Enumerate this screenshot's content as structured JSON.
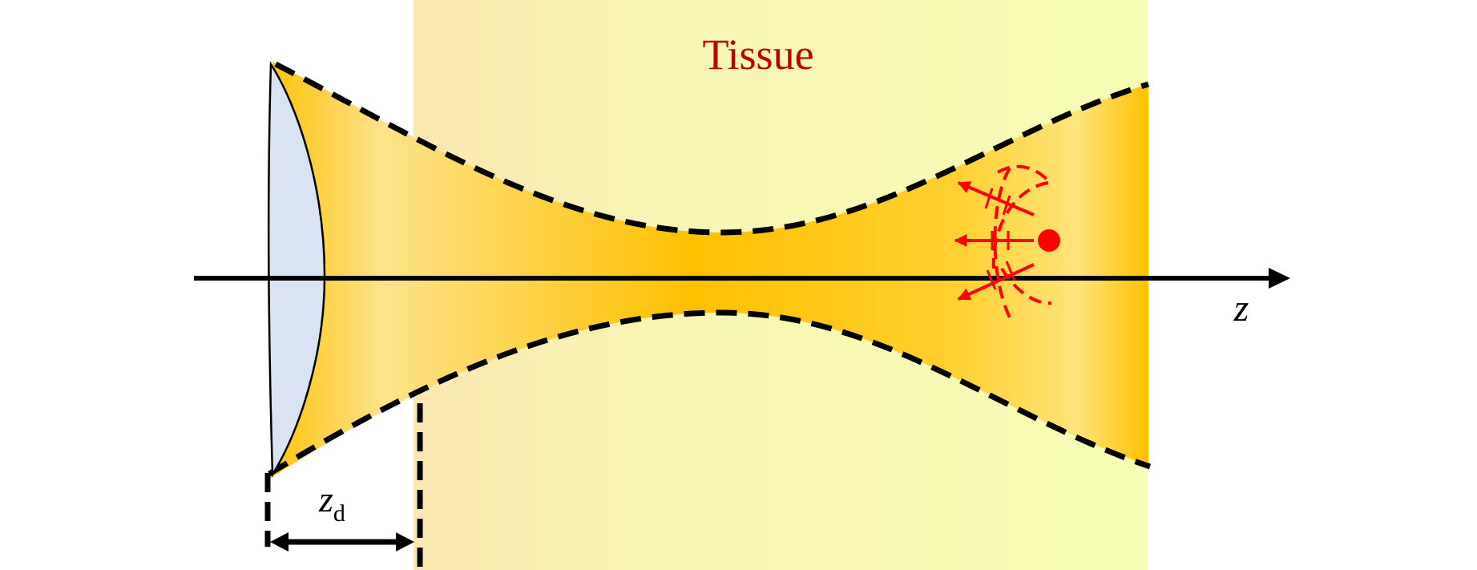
{
  "labels": {
    "tissue": "Tissue",
    "axis": "z",
    "distance_main": "z",
    "distance_sub": "d"
  },
  "colors": {
    "tissue_fill_left": "#FBE9B0",
    "tissue_fill_right": "#F7FDB4",
    "beam_core": "#FFC000",
    "beam_edge": "#FDE38A",
    "lens_fill": "#DAE3F3",
    "outline": "#000000",
    "source": "#FF0000",
    "tissue_label": "#C00000"
  },
  "icons": {
    "lens": "lens-icon",
    "source": "point-source-icon"
  }
}
